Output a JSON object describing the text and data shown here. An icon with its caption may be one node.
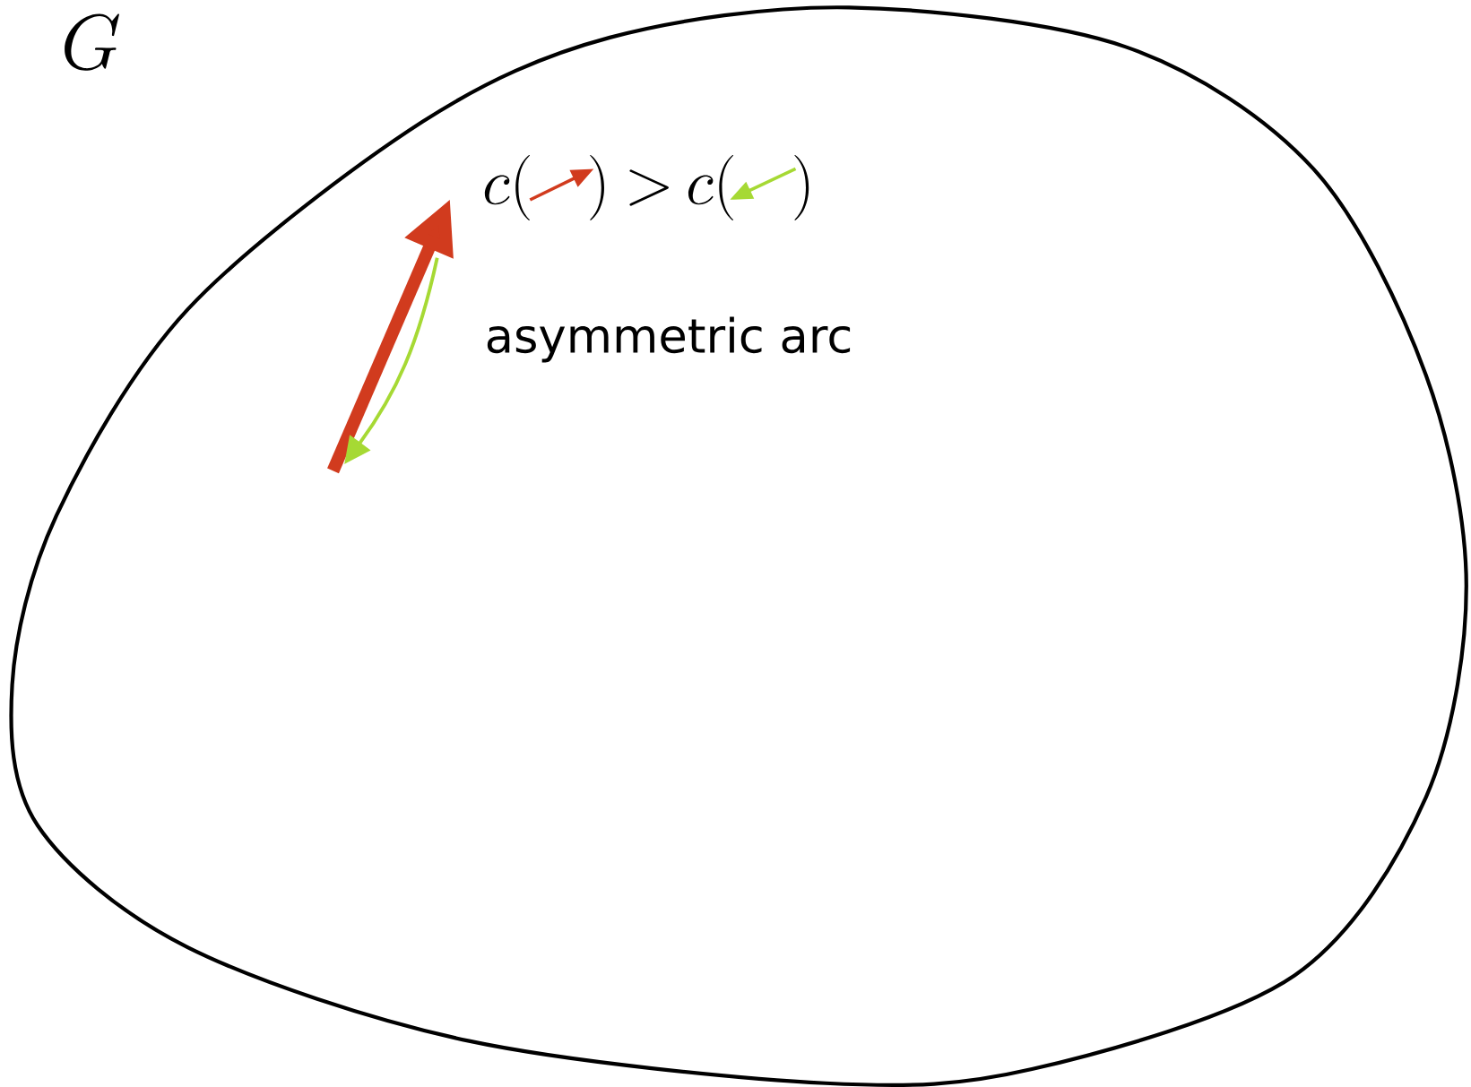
{
  "diagram": {
    "nodes": [
      {
        "text": [
          "G"
        ]
      }
    ],
    "labels": [
      "c(",
      ")",
      ">",
      "c(",
      ")",
      "asymmetric arc"
    ]
  }
}
